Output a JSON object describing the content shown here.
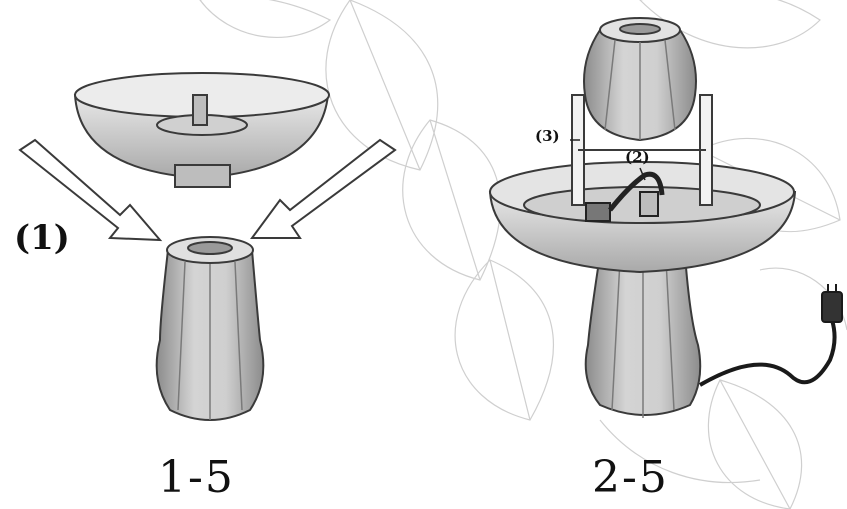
{
  "labels": {
    "step_1": "(1)",
    "step_2": "(2)",
    "step_3": "(3)",
    "figure_1": "1-5",
    "figure_2": "2-5"
  },
  "colors": {
    "ink": "#2a2a2a",
    "stone_light": "#e6e6e6",
    "stone_mid": "#bdbdbd",
    "stone_dark": "#8c8c8c",
    "leaf_line": "#c9c9c9",
    "cord": "#1a1a1a"
  },
  "icons": [
    "leaf-background",
    "bowl-basin",
    "pedestal-base",
    "top-vase",
    "water-pump",
    "power-cord",
    "plug",
    "insertion-arrow"
  ]
}
